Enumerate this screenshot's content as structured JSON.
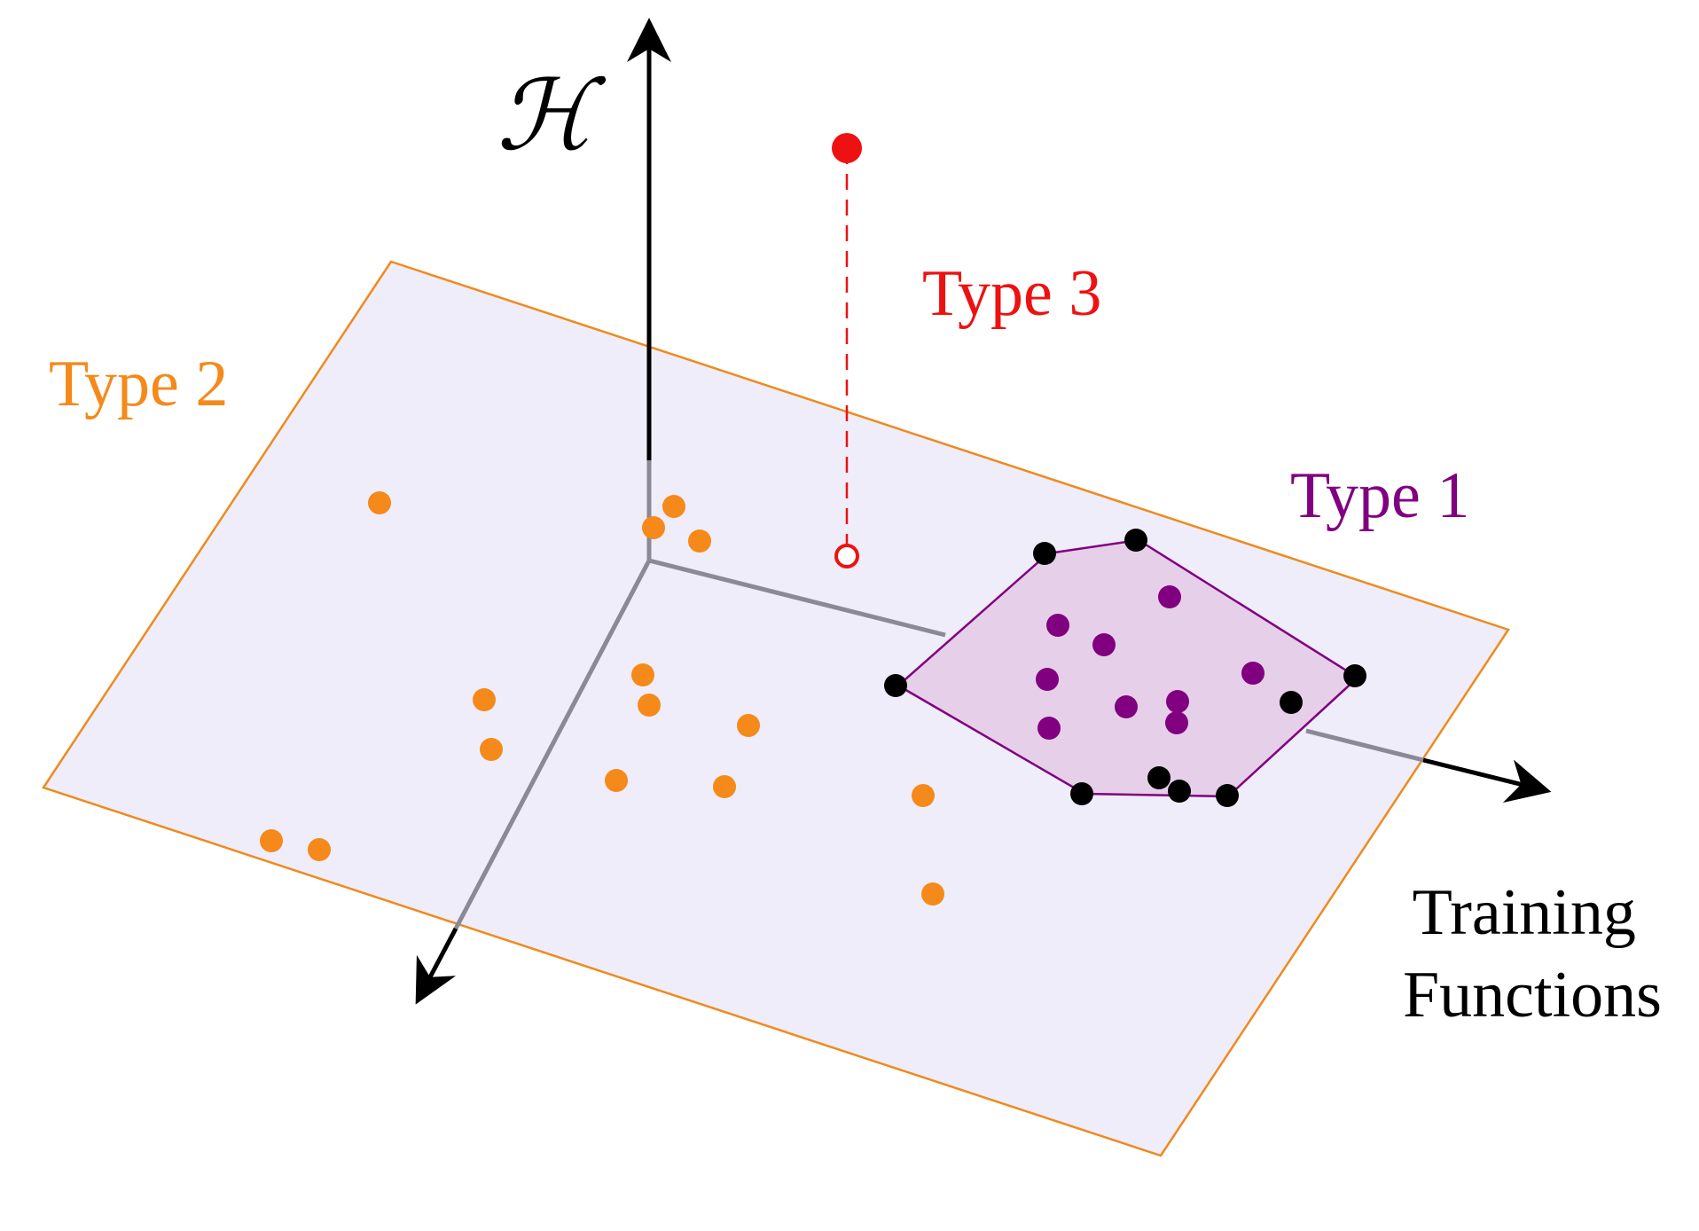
{
  "colors": {
    "plane_fill": "#efedf9",
    "plane_stroke": "#ef8a1e",
    "axis_gray": "#8a8a96",
    "axis_black": "#000000",
    "type1": "#800080",
    "type1_fill": "#e6cfe8",
    "type1_vertex": "#000000",
    "type2": "#f5891a",
    "type3": "#ee1111"
  },
  "labels": {
    "h_axis": "ℋ",
    "training_line1": "Training",
    "training_line2": "Functions",
    "type1": "Type 1",
    "type2": "Type 2",
    "type3": "Type 3"
  },
  "icons": {
    "h_axis_arrow": "arrow-up",
    "training_axis_arrow": "arrow-right",
    "front_axis_arrow": "arrow-down-left"
  }
}
